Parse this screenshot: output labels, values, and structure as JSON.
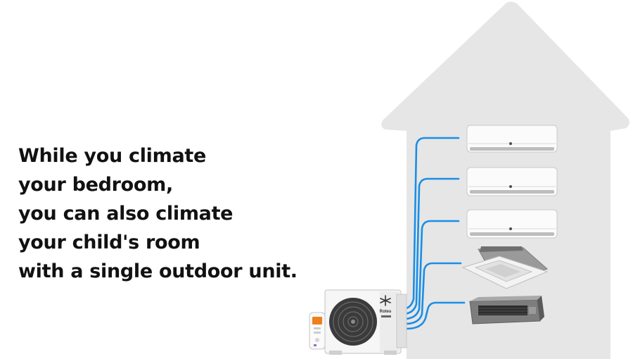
{
  "headline": {
    "lines": [
      "While you climate",
      "your bedroom,",
      "you can also climate",
      "your child's room",
      "with a single outdoor unit."
    ]
  },
  "outdoor_unit": {
    "brand": "Rotes"
  },
  "colors": {
    "house": "#e6e6e6",
    "pipe": "#1a8ee6",
    "text": "#111111",
    "remote_display": "#f07f1a"
  },
  "indoor_units": [
    {
      "type": "wall-split"
    },
    {
      "type": "wall-split"
    },
    {
      "type": "wall-split"
    },
    {
      "type": "ceiling-cassette"
    },
    {
      "type": "ducted"
    }
  ]
}
